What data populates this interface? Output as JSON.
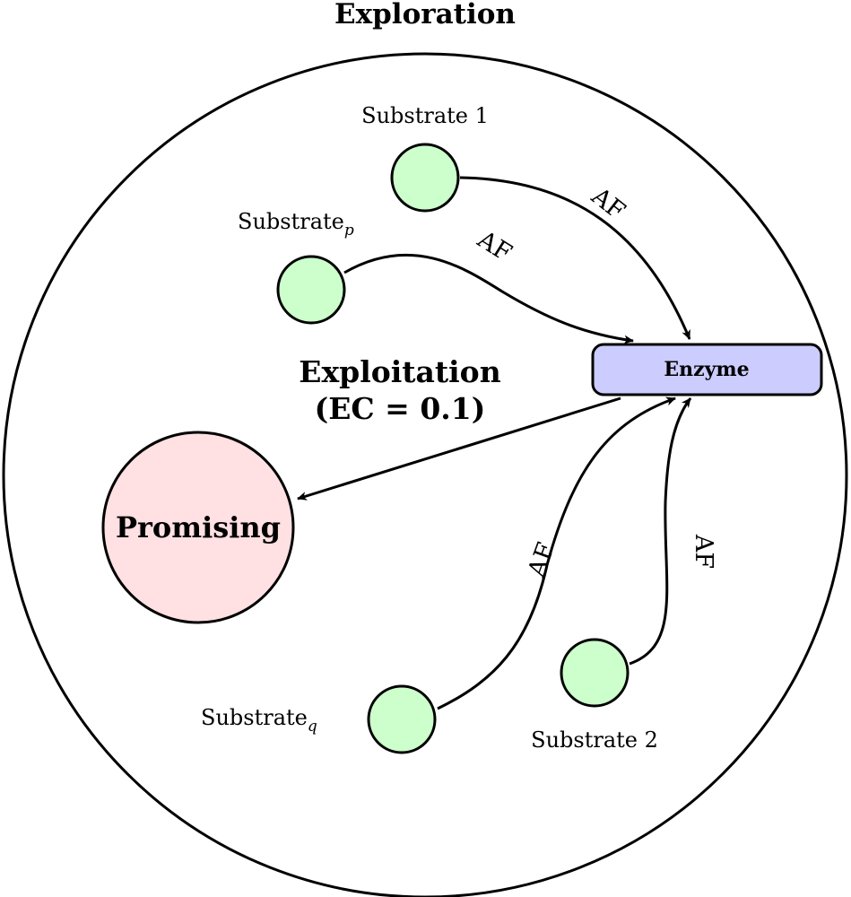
{
  "diagram": {
    "outer_label": "Exploration",
    "enzyme_label": "Enzyme",
    "promising_label": "Promising",
    "exploitation_line1": "Exploitation",
    "exploitation_line2": "(EC = 0.1)",
    "substrates": [
      {
        "id": "s1",
        "label": "Substrate 1",
        "subscript": ""
      },
      {
        "id": "sp",
        "label": "Substrate",
        "subscript": "p"
      },
      {
        "id": "sq",
        "label": "Substrate",
        "subscript": "q"
      },
      {
        "id": "s2",
        "label": "Substrate 2",
        "subscript": ""
      }
    ],
    "edge_label": "AF",
    "colors": {
      "substrate_fill": "#ccffcc",
      "enzyme_fill": "#ccccff",
      "promising_fill": "#ffe0e3",
      "stroke": "#000000"
    }
  }
}
